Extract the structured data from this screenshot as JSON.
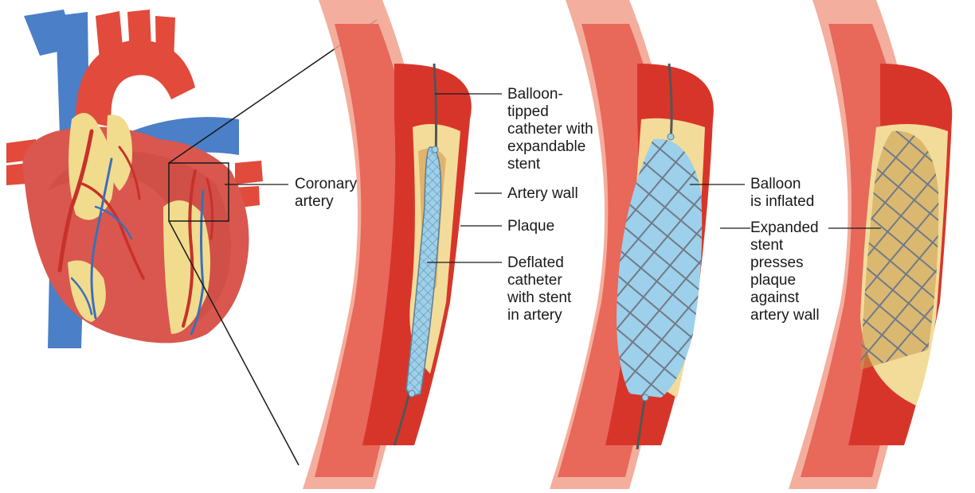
{
  "labels": {
    "coronary_artery": "Coronary\nartery",
    "balloon_tipped_catheter": "Balloon-\ntipped\ncatheter with\nexpandable\nstent",
    "artery_wall": "Artery wall",
    "plaque": "Plaque",
    "deflated_catheter": "Deflated\ncatheter\nwith stent\nin artery",
    "balloon_inflated": "Balloon\nis inflated",
    "expanded_stent": "Expanded\nstent\npresses\nplaque\nagainst\nartery wall"
  },
  "colors": {
    "artery_outer": "#f2a08c",
    "artery_wall": "#e8685a",
    "blood": "#d8352a",
    "plaque": "#f3dc9a",
    "plaque_dark": "#d9a15a",
    "heart": "#d9574e",
    "aorta": "#e24a3b",
    "vein": "#4b7fc7",
    "fat": "#f1dc8e",
    "balloon": "#9dd0ea",
    "stent": "#7d8796"
  }
}
